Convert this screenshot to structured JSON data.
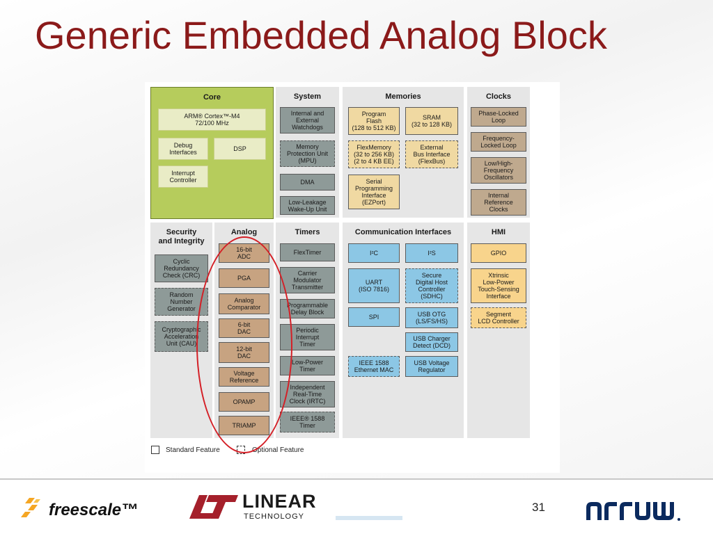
{
  "slide": {
    "title": "Generic Embedded Analog Block",
    "page_number": "31"
  },
  "diagram": {
    "core": {
      "header": "Core",
      "blocks": [
        "ARM® Cortex™-M4\n72/100 MHz",
        "Debug\nInterfaces",
        "DSP",
        "Interrupt\nController"
      ]
    },
    "system": {
      "header": "System",
      "blocks": [
        "Internal and\nExternal\nWatchdogs",
        "Memory\nProtection Unit\n(MPU)",
        "DMA",
        "Low-Leakage\nWake-Up Unit"
      ]
    },
    "memories": {
      "header": "Memories",
      "blocks": [
        "Program\nFlash\n(128 to 512 KB)",
        "SRAM\n(32 to 128 KB)",
        "FlexMemory\n(32 to 256 KB)\n(2 to 4 KB EE)",
        "External\nBus Interface\n(FlexBus)",
        "Serial\nProgramming\nInterface\n(EZPort)"
      ]
    },
    "clocks": {
      "header": "Clocks",
      "blocks": [
        "Phase-Locked\nLoop",
        "Frequency-\nLocked Loop",
        "Low/High-\nFrequency\nOscillators",
        "Internal\nReference\nClocks"
      ]
    },
    "security": {
      "header": "Security\nand Integrity",
      "blocks": [
        "Cyclic\nRedundancy\nCheck (CRC)",
        "Random\nNumber\nGenerator",
        "Cryptographic\nAcceleration\nUnit (CAU)"
      ]
    },
    "analog": {
      "header": "Analog",
      "blocks": [
        "16-bit\nADC",
        "PGA",
        "Analog\nComparator",
        "6-bit\nDAC",
        "12-bit\nDAC",
        "Voltage\nReference",
        "OPAMP",
        "TRIAMP"
      ]
    },
    "timers": {
      "header": "Timers",
      "blocks": [
        "FlexTimer",
        "Carrier\nModulator\nTransmitter",
        "Programmable\nDelay Block",
        "Periodic\nInterrupt\nTimer",
        "Low-Power\nTimer",
        "Independent\nReal-Time\nClock (IRTC)",
        "IEEE® 1588\nTimer"
      ]
    },
    "comm": {
      "header": "Communication Interfaces",
      "blocks": [
        "I²C",
        "I²S",
        "UART\n(ISO 7816)",
        "Secure\nDigital Host\nController\n(SDHC)",
        "SPI",
        "USB OTG\n(LS/FS/HS)",
        "USB Charger\nDetect (DCD)",
        "IEEE 1588\nEthernet MAC",
        "USB Voltage\nRegulator"
      ]
    },
    "hmi": {
      "header": "HMI",
      "blocks": [
        "GPIO",
        "Xtrinsic\nLow-Power\nTouch-Sensing\nInterface",
        "Segment\nLCD Controller"
      ]
    },
    "legend": {
      "standard": "Standard Feature",
      "optional": "Optional Feature"
    }
  },
  "logos": {
    "freescale": "freescale™",
    "linear": "LINEAR",
    "linear_sub": "TECHNOLOGY",
    "arrow": "ARROW"
  },
  "colors": {
    "title": "#8b1a1a",
    "highlight_ellipse": "#d41f26",
    "core_panel": "#b6cc5c",
    "system_block": "#8e9a98",
    "memory_block": "#f0d9a2",
    "clock_block": "#bfa98e",
    "analog_block": "#c7a381",
    "comm_block": "#8cc7e5",
    "hmi_block": "#f8d48c"
  }
}
